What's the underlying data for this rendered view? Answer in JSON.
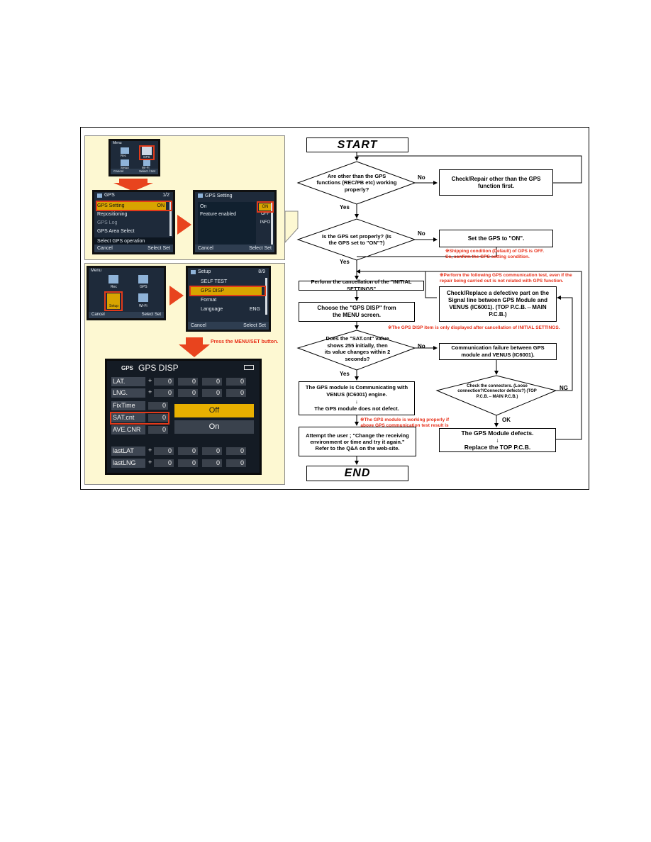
{
  "left": {
    "top_small_screen": {
      "title": "Menu",
      "items": [
        "Rec",
        "GPS",
        "Setup",
        "Wi-Fi"
      ],
      "foot_left": "Cancel",
      "foot_right": "Select / Set"
    },
    "gps_menu_screen": {
      "title": "GPS",
      "page": "1/2",
      "rows": [
        "GPS Setting",
        "Repositioning",
        "GPS Log",
        "GPS Area Select"
      ],
      "row0_value": "ON",
      "status": "Select GPS operation",
      "foot_left": "Cancel",
      "foot_right": "Select",
      "foot_set": "Set"
    },
    "gps_setting_screen": {
      "title": "GPS Setting",
      "row_on": "On",
      "row_feature": "Feature enabled",
      "opt_on": "ON",
      "opt_off": "OFF",
      "opt_info": "INFO",
      "foot_left": "Cancel",
      "foot_right": "Select",
      "foot_set": "Set"
    },
    "menu2_screen": {
      "title": "Menu",
      "items": [
        "Rec",
        "GPS",
        "Setup",
        "Wi-Fi"
      ],
      "foot_left": "Cancel",
      "foot_right": "Select",
      "foot_set": "Set"
    },
    "setup_screen": {
      "title": "Setup",
      "page": "8/9",
      "rows": [
        "SELF TEST",
        "GPS DISP",
        "Format",
        "Language"
      ],
      "lang_value": "ENG",
      "foot_left": "Cancel",
      "foot_right": "Select",
      "foot_set": "Set"
    },
    "press_note": "Press the MENU/SET button.",
    "gps_disp": {
      "logo": "GPS",
      "title": "GPS DISP",
      "rows": [
        {
          "name": "LAT.",
          "sign": "+",
          "vals": [
            "0",
            "0",
            "0",
            "0"
          ]
        },
        {
          "name": "LNG.",
          "sign": "+",
          "vals": [
            "0",
            "0",
            "0",
            "0"
          ]
        },
        {
          "name": "FixTime",
          "sign": "",
          "vals": [
            "0"
          ]
        },
        {
          "name": "SAT.cnt",
          "sign": "",
          "vals": [
            "0"
          ]
        },
        {
          "name": "AVE.CNR",
          "sign": "",
          "vals": [
            "0"
          ]
        },
        {
          "name": "lastLAT",
          "sign": "+",
          "vals": [
            "0",
            "0",
            "0",
            "0"
          ]
        },
        {
          "name": "lastLNG",
          "sign": "+",
          "vals": [
            "0",
            "0",
            "0",
            "0"
          ]
        }
      ],
      "opt_off": "Off",
      "opt_on": "On"
    }
  },
  "flow": {
    "start": "START",
    "end": "END",
    "q1": "Are other than the GPS functions (REC/PB etc) working properly?",
    "a1": "Check/Repair other than the GPS function first.",
    "q2": "Is the GPS set properly? (Is the GPS set to \"ON\"?)",
    "a2": "Set the GPS to \"ON\".",
    "note_shipping": "※Shipping condition (Default) of GPS is OFF. So, confirm the GPS setting condition.",
    "note_perform": "※Perform the following GPS communication test, even if the repair being carried out is not related with GPS function.",
    "cancel_init": "Perform the cancellation of the \"INITIAL SETTINGS\"",
    "choose_disp": "Choose the \"GPS DISP\" from the MENU screen.",
    "replace_part": "Check/Replace a defective part on the Signal line between GPS Module and VENUS (IC6001). (TOP P.C.B.⇔MAIN P.C.B.)",
    "note_disp_only": "※The GPS DISP item is only displayed after cancellation of INITIAL SETTINGS.",
    "q3": "Does the \"SAT.cnt\" value shows 255 initially, then its value changes within 2 seconds?",
    "comm_fail": "Communication failure between GPS module and VENUS (IC6001).",
    "module_ok": "The GPS module is Communicating with VENUS (IC6001) engine.",
    "module_ok2": "The GPS module does not defect.",
    "note_working": "※The GPS module is working properly if above GPS communication test result is OK.",
    "q4": "Check the connectors. (Loose connection?/Connector defects?) (TOP P.C.B.⇔MAIN P.C.B.)",
    "attempt": "Attempt the user ; \"Change the receiving environment or time and try it again.\" Refer to the Q&A on the web-site.",
    "defect1": "The GPS Module defects.",
    "defect2": "Replace the TOP P.C.B.",
    "down_arrow": "↓",
    "yes": "Yes",
    "no": "No",
    "ng": "NG",
    "ok": "OK"
  }
}
